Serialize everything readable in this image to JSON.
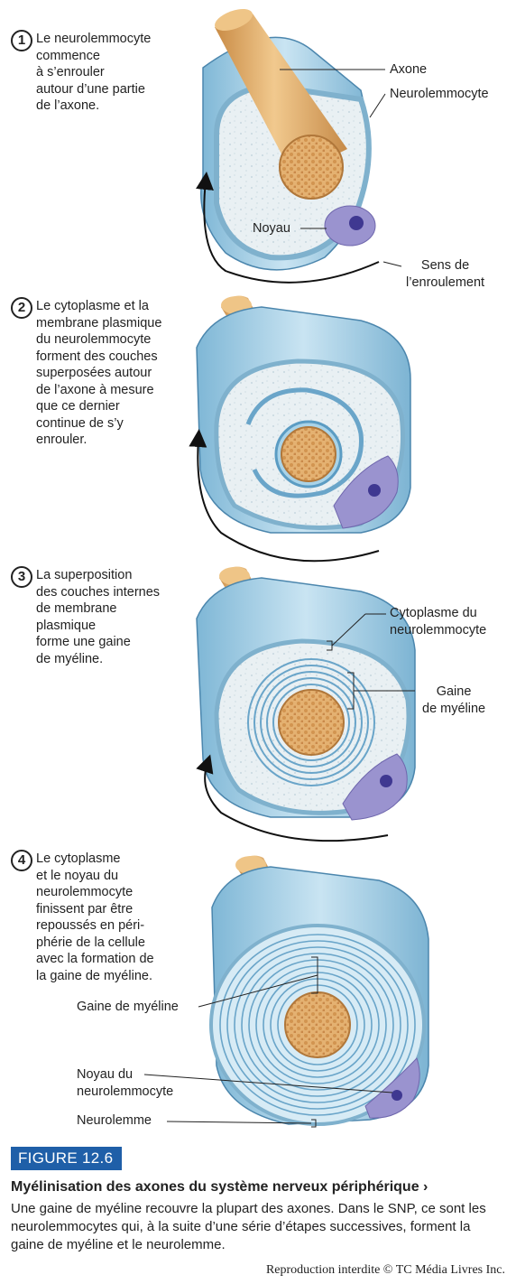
{
  "steps": [
    {
      "number": "1",
      "text": "Le neurolemmocyte\ncommence\nà s’enrouler\nautour d’une partie\nde l’axone."
    },
    {
      "number": "2",
      "text": "Le cytoplasme et la\nmembrane plasmique\ndu neurolemmocyte\nforment des couches\nsuperposées autour\nde l’axone à mesure\nque ce dernier\ncontinue de s’y\nenrouler."
    },
    {
      "number": "3",
      "text": "La superposition\ndes couches internes\nde membrane\nplasmique\nforme une gaine\nde myéline."
    },
    {
      "number": "4",
      "text": "Le cytoplasme\net le noyau du\nneurolemmocyte\nfinissent par être\nrepoussés en péri-\nphérie de la cellule\navec la formation de\nla gaine de myéline."
    }
  ],
  "labels": {
    "axone": "Axone",
    "neurolemmocyte": "Neurolemmocyte",
    "noyau": "Noyau",
    "sens": "Sens de\nl’enroulement",
    "cytoplasme": "Cytoplasme du\nneurolemmocyte",
    "gaine3": "Gaine\nde myéline",
    "gaine4": "Gaine de myéline",
    "noyau4": "Noyau du\nneurolemmocyte",
    "neurolemme": "Neurolemme"
  },
  "figure": {
    "badge": "FIGURE 12.6",
    "title": "Myélinisation des axones du système nerveux périphérique  ›",
    "body": "Une gaine de myéline recouvre la plupart des axones. Dans le SNP, ce sont les neurolemmocytes qui, à la suite d’une série d’étapes successives, forment la gaine de myéline et le neurolemme.",
    "copyright": "Reproduction interdite © TC Média Livres Inc."
  },
  "colors": {
    "cell_blue": "#a9d3e8",
    "cell_blue_dark": "#5b9cc3",
    "cytoplasm": "#e8eff2",
    "axon": "#e2ad6c",
    "nucleus": "#8f87c9",
    "badge": "#1f5fa8"
  }
}
